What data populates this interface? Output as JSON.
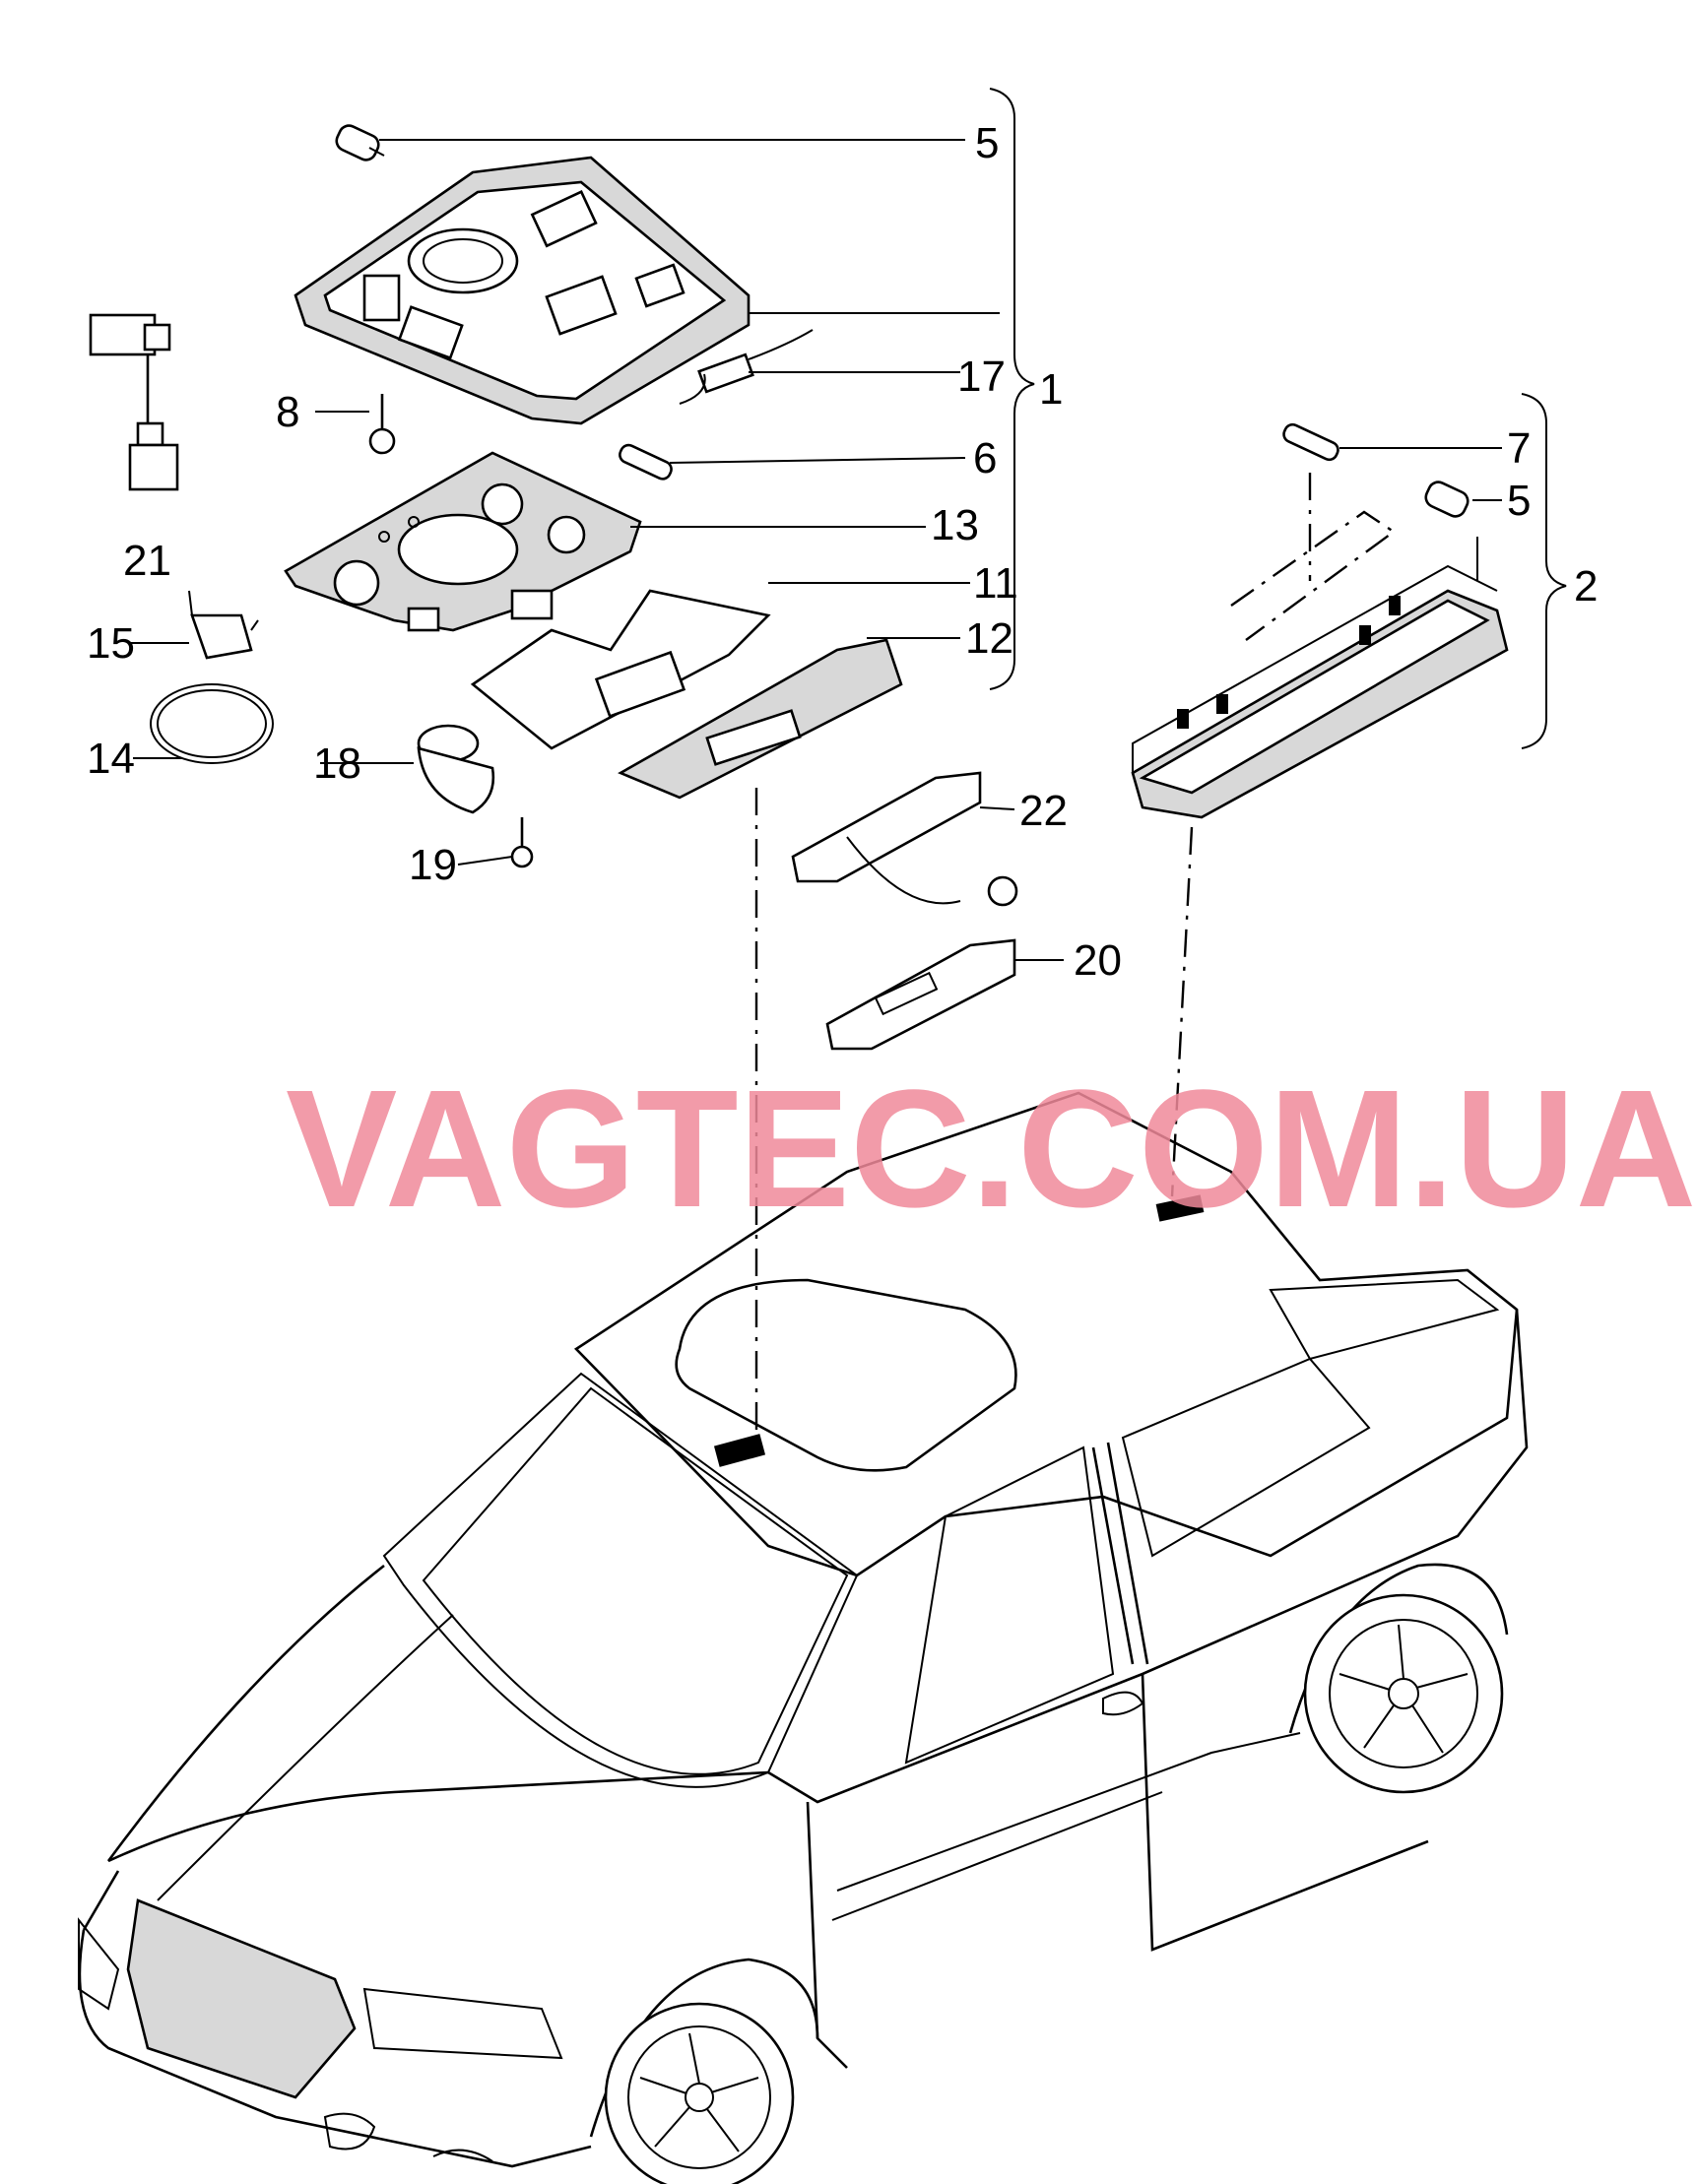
{
  "watermark": "VAGTEC.COM.UA",
  "callouts": {
    "c1": "1",
    "c2": "2",
    "c5a": "5",
    "c5b": "5",
    "c6": "6",
    "c7": "7",
    "c8": "8",
    "c11": "11",
    "c12": "12",
    "c13": "13",
    "c14": "14",
    "c15": "15",
    "c17": "17",
    "c18": "18",
    "c19": "19",
    "c20": "20",
    "c21": "21",
    "c22": "22"
  },
  "colors": {
    "line": "#000000",
    "watermark": "#f08a9a",
    "background": "#ffffff"
  }
}
